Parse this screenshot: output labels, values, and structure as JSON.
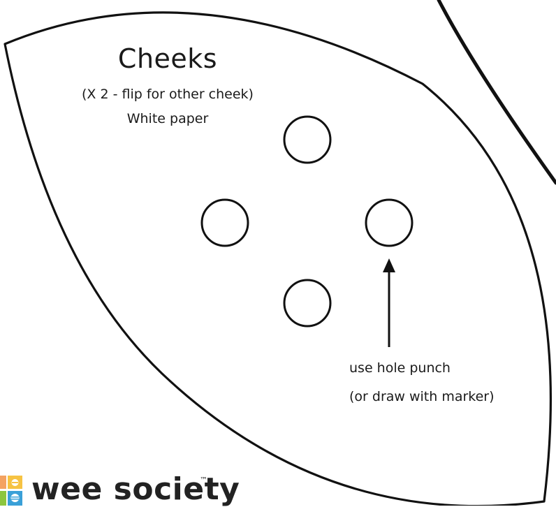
{
  "template": {
    "title": "Cheeks",
    "instruction": "(X 2 - flip for other cheek)",
    "material": "White paper",
    "hole_note_line1": "use hole punch",
    "hole_note_line2": "(or draw with marker)"
  },
  "brand": {
    "name": "wee society",
    "trademark": "™",
    "logo_colors": [
      "#f4a261",
      "#f6c343",
      "#3aa0d8",
      "#8cc63f"
    ]
  },
  "colors": {
    "ink": "#111111",
    "paper": "#ffffff"
  }
}
